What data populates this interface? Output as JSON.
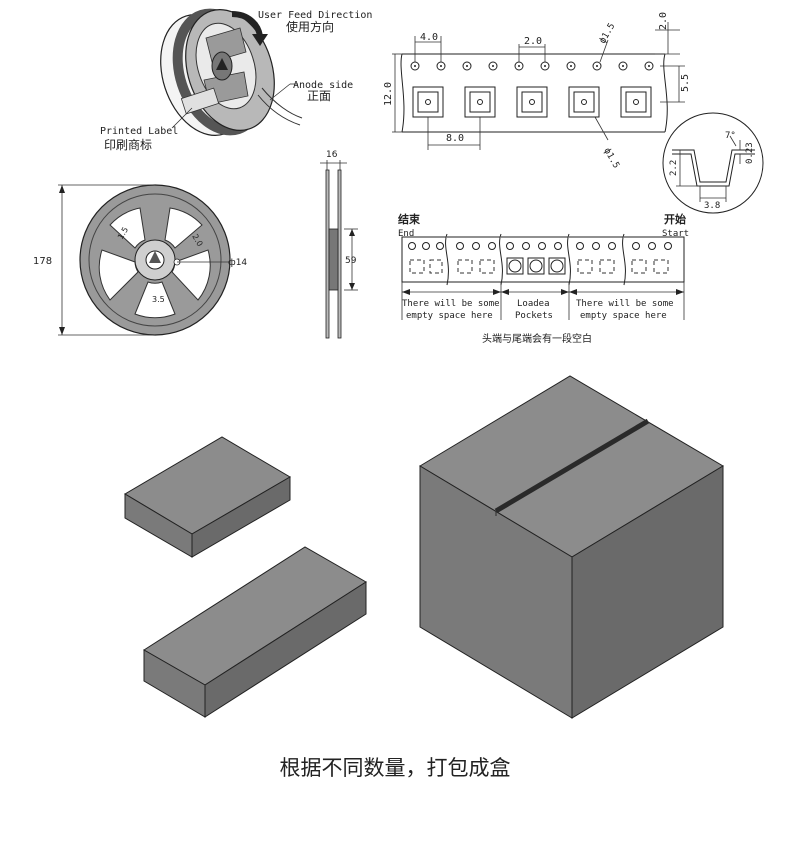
{
  "reel_view": {
    "feed_direction_en": "User Feed Direction",
    "feed_direction_cn": "使用方向",
    "anode_side_en": "Anode side",
    "anode_side_cn": "正面",
    "printed_label_en": "Printed Label",
    "printed_label_cn": "印刷商标"
  },
  "reel_front": {
    "diameter_label": "178",
    "hub_label": "ф14",
    "slot_label_a": "1.5",
    "slot_label_b": "2.0",
    "slot_label_c": "3.5"
  },
  "reel_side": {
    "width_label": "16",
    "hub_label": "59"
  },
  "tape": {
    "pitch_hole_label": "4.0",
    "pocket_spacing_label": "2.0",
    "hole_diameter_label": "ф1.5",
    "top_offset_label": "2.0",
    "width_label": "12.0",
    "row_offset_label": "5.5",
    "pitch_label": "8.0",
    "pocket_hole_label": "ф1.5"
  },
  "pocket_detail": {
    "angle_label": "7°",
    "thickness_label": "0.23",
    "depth_label": "2.2",
    "width_label": "3.8"
  },
  "leader": {
    "end_cn": "结束",
    "end_en": "End",
    "start_cn": "开始",
    "start_en": "Start",
    "empty_left_1": "There will be some",
    "empty_left_2": "empty space here",
    "loaded_1": "Loadea",
    "loaded_2": "Pockets",
    "empty_right_1": "There will be some",
    "empty_right_2": "empty space here",
    "note_cn": "头端与尾端会有一段空白"
  },
  "packaging": {
    "caption": "根据不同数量，打包成盒"
  },
  "colors": {
    "box_top": "#8c8c8c",
    "box_left": "#7a7a7a",
    "box_right": "#6a6a6a",
    "box_outline": "#222222",
    "reel_fill": "#9a9a9a"
  }
}
